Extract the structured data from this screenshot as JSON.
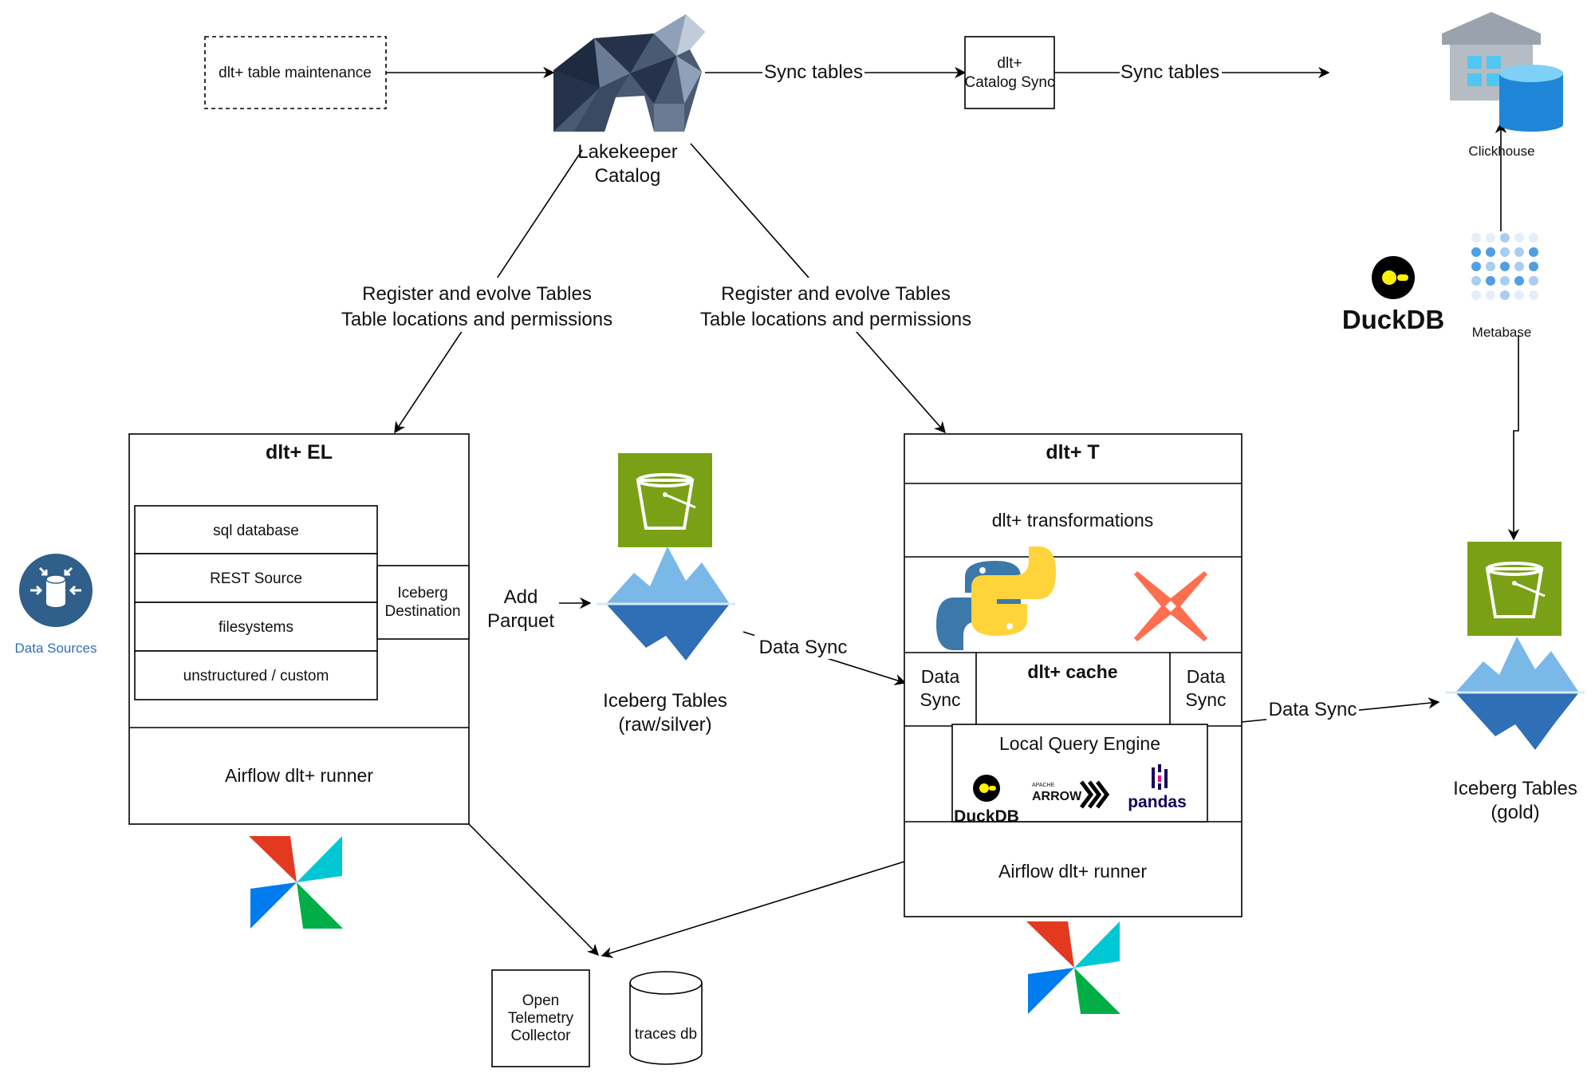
{
  "nodes": {
    "table_maintenance": "dlt+ table maintenance",
    "lakekeeper": [
      "Lakekeeper",
      "Catalog"
    ],
    "catalog_sync": [
      "dlt+",
      "Catalog Sync"
    ],
    "clickhouse": "Clickhouse",
    "duckdb_logo": "DuckDB",
    "metabase": "Metabase",
    "data_sources": "Data Sources",
    "iceberg_raw": [
      "Iceberg Tables",
      "(raw/silver)"
    ],
    "iceberg_gold": [
      "Iceberg Tables",
      "(gold)"
    ],
    "otel": [
      "Open",
      "Telemetry",
      "Collector"
    ],
    "traces_db": "traces db"
  },
  "el_box": {
    "title": "dlt+ EL",
    "sources": [
      "sql database",
      "REST Source",
      "filesystems",
      "unstructured / custom"
    ],
    "destination": [
      "Iceberg",
      "Destination"
    ],
    "runner": "Airflow dlt+ runner"
  },
  "t_box": {
    "title": "dlt+ T",
    "transformations": "dlt+ transformations",
    "cache": "dlt+ cache",
    "data_sync_left": [
      "Data",
      "Sync"
    ],
    "data_sync_right": [
      "Data",
      "Sync"
    ],
    "local_query_engine": "Local Query Engine",
    "engine_duckdb": "DuckDB",
    "engine_arrow_top": "APACHE",
    "engine_arrow": "ARROW",
    "engine_pandas": "pandas",
    "runner": "Airflow dlt+ runner"
  },
  "edges": {
    "sync_tables_1": "Sync tables",
    "sync_tables_2": "Sync tables",
    "register_left": [
      "Register and evolve Tables",
      "Table locations and permissions"
    ],
    "register_right": [
      "Register and evolve Tables",
      "Table locations and permissions"
    ],
    "add_parquet": [
      "Add",
      "Parquet"
    ],
    "data_sync_raw_to_t": "Data Sync",
    "data_sync_t_to_gold": "Data Sync"
  },
  "colors": {
    "bear_dark": "#25324a",
    "bear_mid": "#4a5a73",
    "bear_light": "#8fa0b8",
    "s3_green": "#7aa116",
    "ice_top": "#7ab8e8",
    "ice_bottom": "#2f6fb5",
    "airflow_red": "#e43921",
    "airflow_teal": "#00c7d4",
    "airflow_blue": "#017cee",
    "airflow_green": "#00ad46",
    "dbt_orange": "#fe6e4f",
    "python_blue": "#3c78aa",
    "python_yellow": "#ffd43b",
    "data_sources_blue": "#2f5f8a",
    "clickhouse_grey": "#9aa3ad",
    "azure_blue": "#1f86d8",
    "metabase_blue": "#509ee3"
  },
  "icons": [
    "bear-logo",
    "s3-bucket-icon",
    "iceberg-icon",
    "airflow-pinwheel-icon",
    "python-logo",
    "dbt-logo",
    "duckdb-logo",
    "arrow-logo",
    "pandas-logo",
    "warehouse-icon",
    "metabase-logo",
    "data-sources-icon"
  ]
}
